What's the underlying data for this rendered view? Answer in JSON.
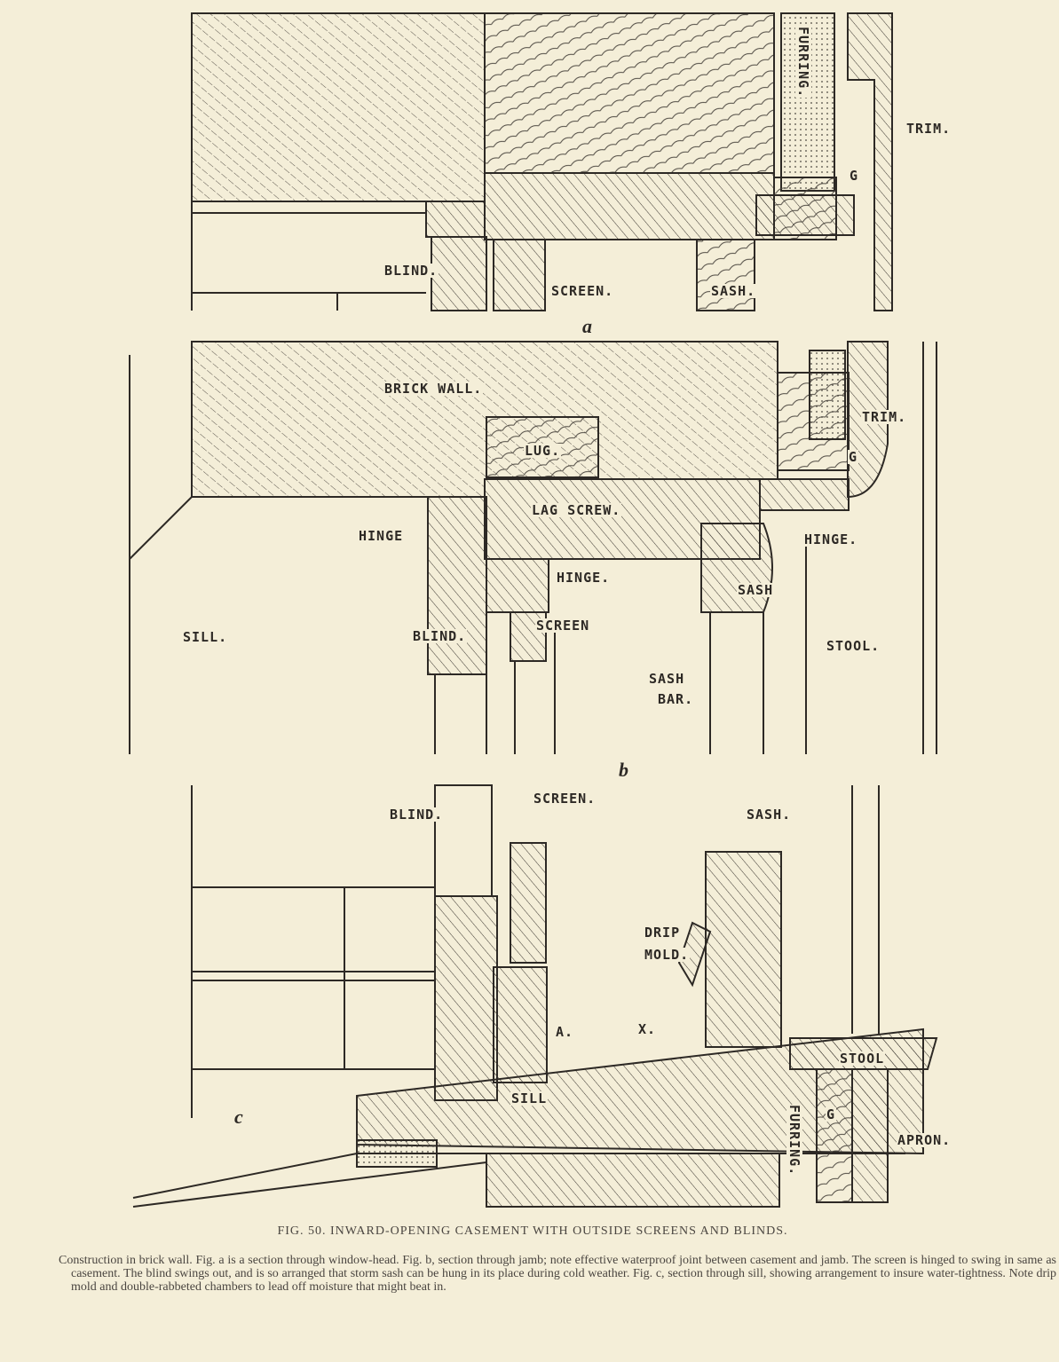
{
  "figures": {
    "a": {
      "letter": "a",
      "labels": {
        "furring": "FURRING.",
        "trim": "TRIM.",
        "g": "G",
        "blind": "BLIND.",
        "screen": "SCREEN.",
        "sash": "SASH."
      }
    },
    "b": {
      "letter": "b",
      "labels": {
        "brick_wall": "BRICK WALL.",
        "lug": "LUG.",
        "trim": "TRIM.",
        "g": "G",
        "lag_screw": "LAG SCREW.",
        "hinge_left": "HINGE",
        "hinge_right": "HINGE.",
        "hinge_mid": "HINGE.",
        "sash": "SASH",
        "screen": "SCREEN",
        "sill": "SILL.",
        "blind": "BLIND.",
        "stool": "STOOL.",
        "sash_bar_1": "SASH",
        "sash_bar_2": "BAR."
      }
    },
    "c": {
      "letter": "c",
      "labels": {
        "blind": "BLIND.",
        "screen": "SCREEN.",
        "sash": "SASH.",
        "drip_1": "DRIP",
        "drip_2": "MOLD.",
        "a": "A.",
        "x": "X.",
        "stool": "STOOL",
        "sill": "SILL",
        "furring": "FURRING.",
        "apron": "APRON.",
        "g": "G"
      }
    }
  },
  "caption": {
    "title": "FIG. 50. INWARD-OPENING CASEMENT WITH OUTSIDE SCREENS AND BLINDS.",
    "body": "Construction in brick wall. Fig. a is a section through window-head. Fig. b, section through jamb; note effective waterproof joint between casement and jamb. The screen is hinged to swing in same as casement. The blind swings out, and is so arranged that storm sash can be hung in its place during cold weather. Fig. c, section through sill, showing arrangement to insure water-tightness. Note drip mold and double-rabbeted chambers to lead off moisture that might beat in."
  }
}
